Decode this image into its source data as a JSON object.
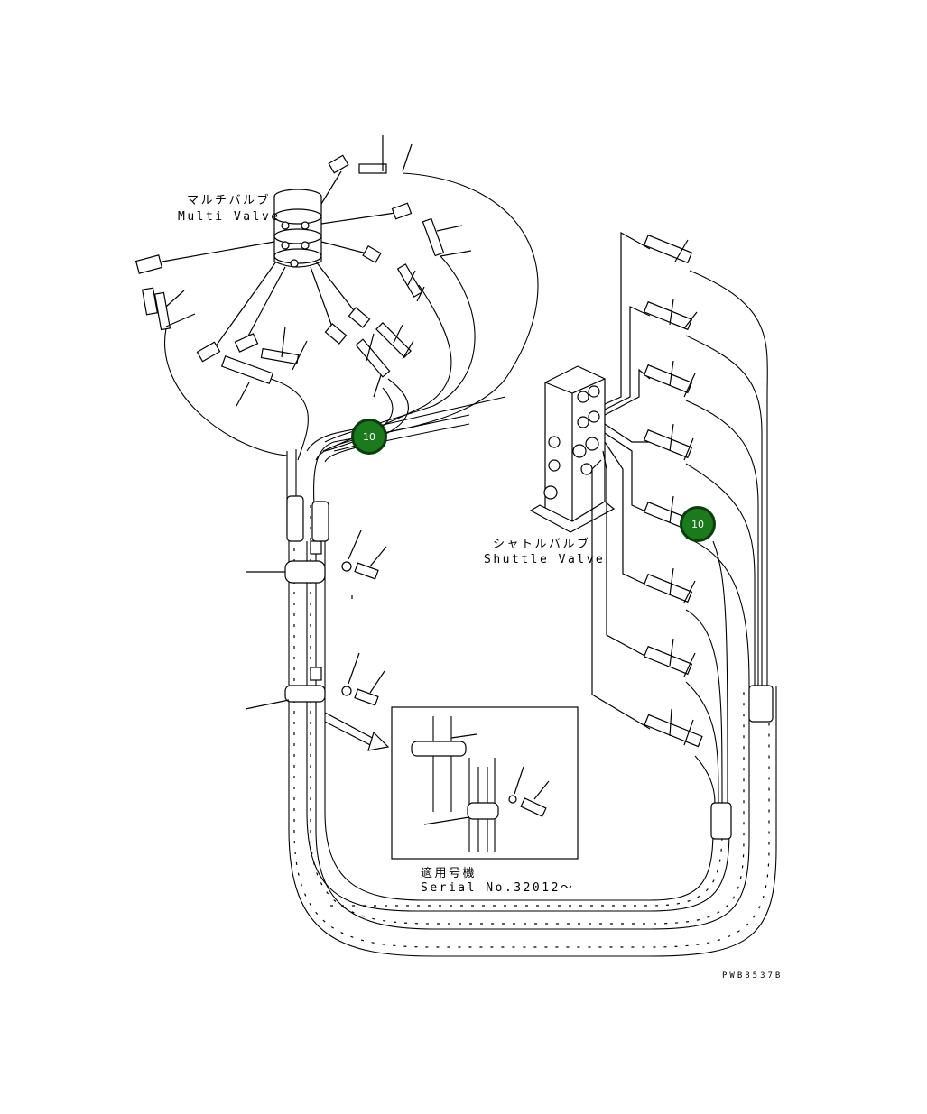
{
  "labels": {
    "multi_valve_jp": "マルチバルブ",
    "multi_valve_en": "Multi Valve",
    "shuttle_valve_jp": "シャトルバルブ",
    "shuttle_valve_en": "Shuttle Valve",
    "serial_jp": "適用号機",
    "serial_en": "Serial No.32012～",
    "drawing_ref": "PWB8537B"
  },
  "callouts": [
    {
      "number": "10",
      "color": "#1b7a1b"
    },
    {
      "number": "10",
      "color": "#1b7a1b"
    }
  ]
}
